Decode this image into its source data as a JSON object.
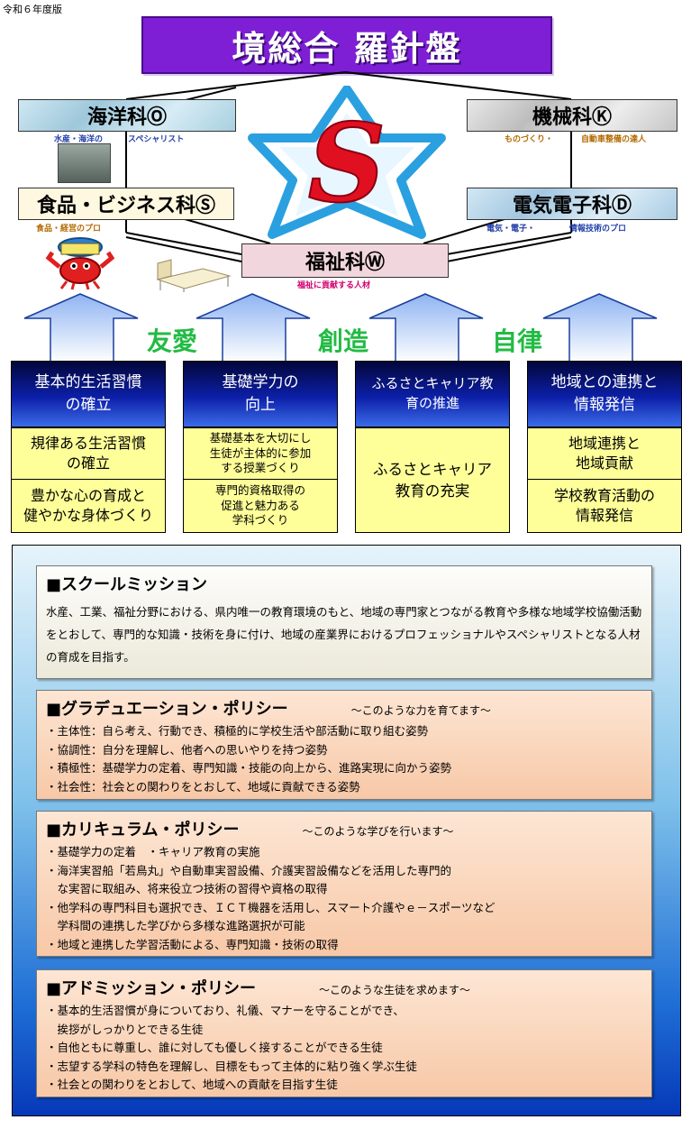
{
  "era": "令和６年度版",
  "title": "境総合 羅針盤",
  "departments": {
    "kaiyo": {
      "name": "海洋科Ⓞ",
      "sub_a": "水産・海洋の",
      "sub_b": "スペシャリスト"
    },
    "kikai": {
      "name": "機械科Ⓚ",
      "sub_a": "ものづくり・",
      "sub_b": "自動車整備の達人"
    },
    "shoku": {
      "name": "食品・ビジネス科Ⓢ",
      "sub": "食品・経営のプロ"
    },
    "denki": {
      "name": "電気電子科Ⓓ",
      "sub_a": "電気・電子・",
      "sub_b": "情報技術のプロ"
    },
    "fukushi": {
      "name": "福祉科Ⓦ",
      "sub": "福祉に貢献する人材"
    }
  },
  "logo": {
    "letter": "S"
  },
  "values": [
    "友愛",
    "創造",
    "自律"
  ],
  "pillars": [
    {
      "head": "基本的生活習慣\nの確立",
      "boxes": [
        "規律ある生活習慣\nの確立",
        "豊かな心の育成と\n健やかな身体づくり"
      ]
    },
    {
      "head": "基礎学力の\n向上",
      "boxes": [
        "基礎基本を大切にし\n生徒が主体的に参加\nする授業づくり",
        "専門的資格取得の\n促進と魅力ある\n学科づくり"
      ]
    },
    {
      "head": "ふるさとキャリア教\n育の推進",
      "boxes": [
        "ふるさとキャリア\n教育の充実"
      ]
    },
    {
      "head": "地域との連携と\n情報発信",
      "boxes": [
        "地域連携と\n地域貢献",
        "学校教育活動の\n情報発信"
      ]
    }
  ],
  "mission": {
    "title": "■スクールミッション",
    "text": "水産、工業、福祉分野における、県内唯一の教育環境のもと、地域の専門家とつながる教育や多様な地域学校協働活動をとおして、専門的な知識・技術を身に付け、地域の産業界におけるプロフェッショナルやスペシャリストとなる人材の育成を目指す。"
  },
  "graduation": {
    "title": "■グラデュエーション・ポリシー",
    "note": "～このような力を育てます～",
    "items": [
      "・主体性：自ら考え、行動でき、積極的に学校生活や部活動に取り組む姿勢",
      "・協調性：自分を理解し、他者への思いやりを持つ姿勢",
      "・積極性：基礎学力の定着、専門知識・技能の向上から、進路実現に向かう姿勢",
      "・社会性：社会との関わりをとおして、地域に貢献できる姿勢"
    ]
  },
  "curriculum": {
    "title": "■カリキュラム・ポリシー",
    "note": "～このような学びを行います～",
    "items": [
      "・基礎学力の定着　・キャリア教育の実施",
      "・海洋実習船「若鳥丸」や自動車実習設備、介護実習設備などを活用した専門的",
      "　な実習に取組み、将来役立つ技術の習得や資格の取得",
      "・他学科の専門科目も選択でき、ＩＣＴ機器を活用し、スマート介護やｅ－スポーツなど",
      "　学科間の連携した学びから多様な進路選択が可能",
      "・地域と連携した学習活動による、専門知識・技術の取得"
    ]
  },
  "admission": {
    "title": "■アドミッション・ポリシー",
    "note": "～このような生徒を求めます～",
    "items": [
      "・基本的生活習慣が身についており、礼儀、マナーを守ることができ、",
      "　挨拶がしっかりとできる生徒",
      "・自他ともに尊重し、誰に対しても優しく接することができる生徒",
      "・志望する学科の特色を理解し、目標をもって主体的に粘り強く学ぶ生徒",
      "・社会との関わりをとおして、地域への貢献を目指す生徒"
    ]
  },
  "colors": {
    "title_bg": "#7e1fd6",
    "values_text": "#22bb44",
    "box_yellow": "#ffff99",
    "panel_blue": "#1f6fd6"
  }
}
